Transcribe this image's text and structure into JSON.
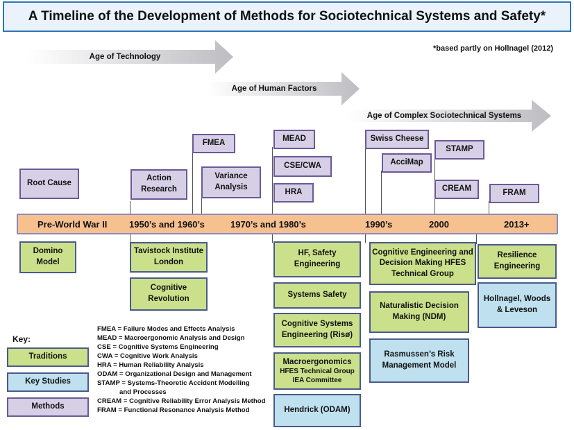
{
  "title": "A Timeline of the Development of Methods for Sociotechnical Systems and Safety*",
  "footnote": "*based partly on Hollnagel (2012)",
  "ages": [
    "Age of Technology",
    "Age of Human Factors",
    "Age of Complex Sociotechnical Systems"
  ],
  "eras": [
    "Pre-World War II",
    "1950’s and 1960’s",
    "1970’s and 1980’s",
    "1990’s",
    "2000",
    "2013+"
  ],
  "methods": {
    "root_cause": "Root Cause",
    "action_research": "Action Research",
    "fmea": "FMEA",
    "variance_analysis": "Variance Analysis",
    "mead": "MEAD",
    "cse_cwa": "CSE/CWA",
    "hra": "HRA",
    "swiss_cheese": "Swiss Cheese",
    "accimap": "AcciMap",
    "stamp": "STAMP",
    "cream": "CREAM",
    "fram": "FRAM"
  },
  "traditions": {
    "domino": "Domino Model",
    "tavistock": "Tavistock Institute London",
    "cognitive_revolution": "Cognitive Revolution",
    "hf_safety": "HF, Safety Engineering",
    "systems_safety": "Systems Safety",
    "cse_riso": "Cognitive Systems Engineering (Risø)",
    "macro_title": "Macroergonomics",
    "macro_sub1": "HFES Technical Group",
    "macro_sub2": "IEA Committee",
    "ced": "Cognitive Engineering and Decision Making HFES Technical Group",
    "ndm": "Naturalistic Decision Making (NDM)",
    "resilience": "Resilience Engineering"
  },
  "studies": {
    "hendrick": "Hendrick  (ODAM)",
    "rasmussen": "Rasmussen’s Risk Management Model",
    "hwl": "Hollnagel, Woods & Leveson"
  },
  "key": {
    "label": "Key:",
    "traditions": "Traditions",
    "key_studies": "Key Studies",
    "methods": "Methods"
  },
  "abbreviations": [
    "FMEA = Failure Modes and Effects Analysis",
    "MEAD = Macroergonomic Analysis and Design",
    "CSE = Cognitive Systems Engineering",
    "CWA = Cognitive Work Analysis",
    "HRA = Human Reliability Analysis",
    "ODAM = Organizational Design and Management",
    "STAMP = Systems-Theoretic Accident Modelling",
    "            and Processes",
    "CREAM = Cognitive Reliability Error Analysis Method",
    "FRAM = Functional Resonance Analysis Method"
  ],
  "colors": {
    "method": "#d6cfe6",
    "tradition": "#cbe08a",
    "study": "#bfe0ef",
    "timeline": "#f7c08f",
    "arrow": "#c8c8cc"
  }
}
